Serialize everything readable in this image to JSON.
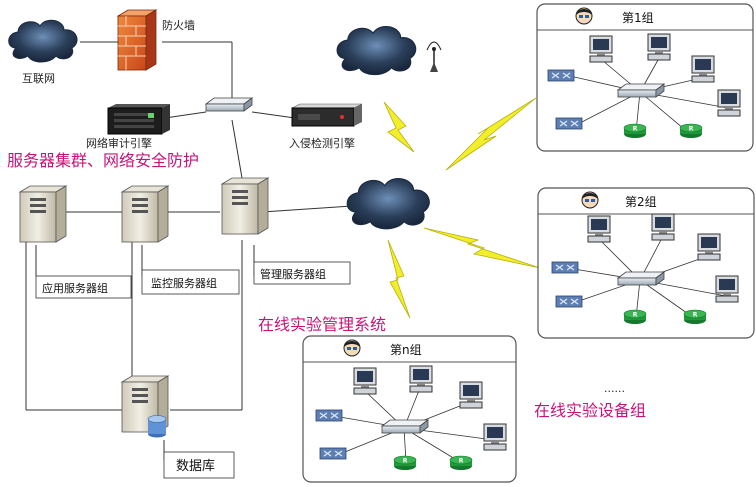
{
  "labels": {
    "internet": "互联网",
    "firewall": "防火墙",
    "audit_engine": "网络审计引擎",
    "ids_engine": "入侵检测引擎",
    "server_cluster": "服务器集群、网络安全防护",
    "app_server_group": "应用服务器组",
    "monitor_server_group": "监控服务器组",
    "mgmt_server_group": "管理服务器组",
    "online_mgmt_system": "在线实验管理系统",
    "online_device_group": "在线实验设备组",
    "database": "数据库",
    "ellipsis": "......"
  },
  "groups": [
    {
      "name": "第1组"
    },
    {
      "name": "第2组"
    },
    {
      "name": "第n组"
    }
  ],
  "colors": {
    "magenta_label": "#c8137a",
    "cloud_dark": "#2b3f5a",
    "lightning": "#f2ee2a",
    "router_green": "#1f9a3a",
    "switch_blue": "#5d7fb3"
  }
}
